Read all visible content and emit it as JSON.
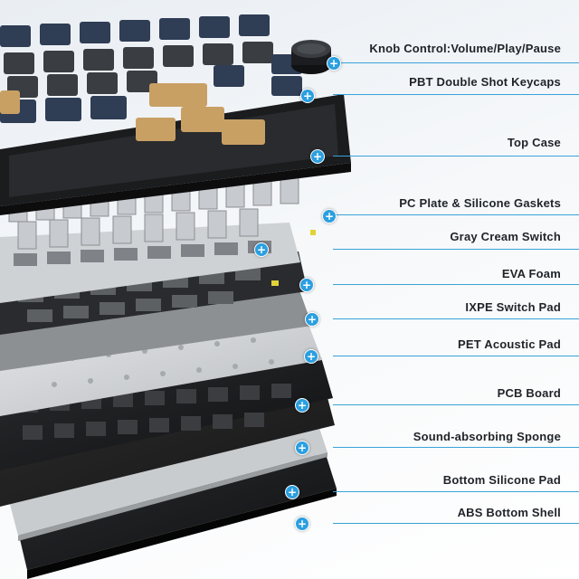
{
  "components": [
    {
      "label": "Knob Control:Volume/Play/Pause",
      "marker": "+"
    },
    {
      "label": "PBT Double Shot Keycaps",
      "marker": "+"
    },
    {
      "label": "Top Case",
      "marker": "+"
    },
    {
      "label": "PC Plate & Silicone Gaskets",
      "marker": "+"
    },
    {
      "label": "Gray Cream Switch",
      "marker": "+"
    },
    {
      "label": "EVA Foam",
      "marker": "+"
    },
    {
      "label": "IXPE Switch Pad",
      "marker": "+"
    },
    {
      "label": "PET Acoustic Pad",
      "marker": "+"
    },
    {
      "label": "PCB Board",
      "marker": "+"
    },
    {
      "label": "Sound-absorbing Sponge",
      "marker": "+"
    },
    {
      "label": "Bottom Silicone Pad",
      "marker": "+"
    },
    {
      "label": "ABS Bottom Shell",
      "marker": "+"
    }
  ],
  "colors": {
    "accent": "#2b9fe0",
    "keycap_navy": "#2f3d55",
    "keycap_tan": "#c9a064",
    "case_black": "#1b1c1e",
    "pcb_black": "#222326",
    "plate_gray": "#d3d5d7"
  }
}
